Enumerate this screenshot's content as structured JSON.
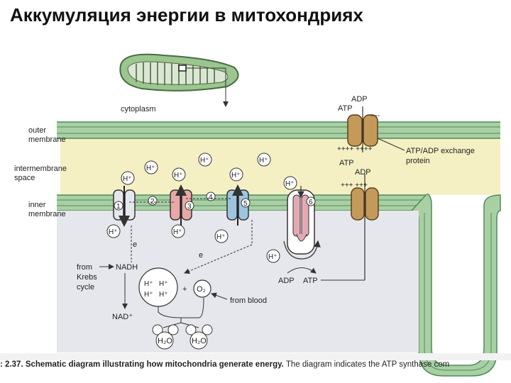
{
  "title": "Аккумуляция энергии в митохондриях",
  "labels": {
    "cytoplasm": "cytoplasm",
    "outer1": "outer",
    "outer2": "membrane",
    "inter1": "intermembrane",
    "inter2": "space",
    "inner1": "inner",
    "inner2": "membrane",
    "adp_top": "ADP",
    "atp_top": "ATP",
    "exch1": "ATP/ADP exchange",
    "exch2": "protein",
    "atp_mid": "ATP",
    "adp_mid": "ADP",
    "from1": "from",
    "from2": "Krebs",
    "from3": "cycle",
    "nadh": "NADH",
    "nad": "NAD⁺",
    "e": "e",
    "o2": "O₂",
    "from_blood": "from blood",
    "h2o": "H₂O",
    "adp_bottom": "ADP",
    "atp_bottom": "ATP",
    "hplus": "H⁺",
    "plus": "+"
  },
  "complex_numbers": [
    "1",
    "2",
    "3",
    "4",
    "5",
    "6"
  ],
  "caption": {
    "fig": ": 2.37.",
    "bold": "Schematic diagram illustrating how mitochondria generate energy.",
    "rest": " The diagram indicates the ATP synthase com"
  },
  "colors": {
    "intermembrane": "#f4f0c4",
    "membrane": "#a9d0a4",
    "membrane_line": "#4f8a5a",
    "matrix": "#e6e7ec",
    "complex3": "#e9a8a6",
    "complex5": "#9ec4df",
    "synthase": "#e4aab4",
    "transporter": "#c49a5a"
  }
}
